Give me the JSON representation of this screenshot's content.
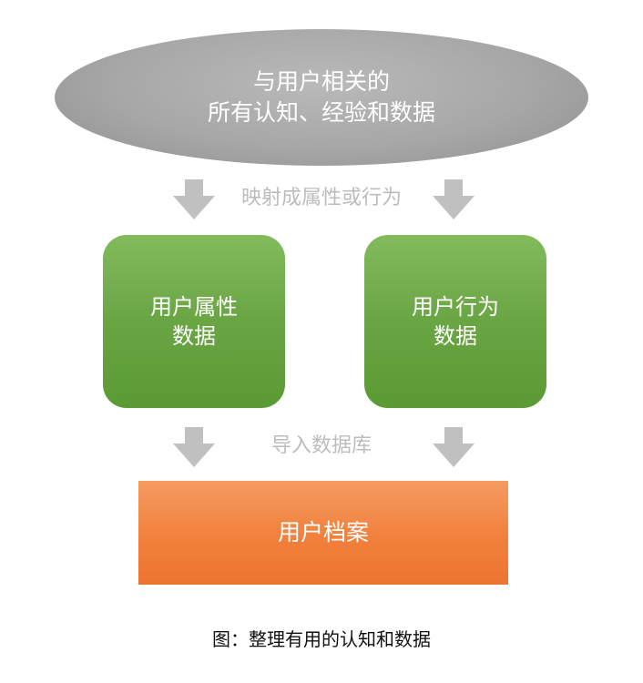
{
  "diagram": {
    "top_node": {
      "line1": "与用户相关的",
      "line2": "所有认知、经验和数据"
    },
    "connector_top": {
      "label": "映射成属性或行为"
    },
    "left_node": {
      "line1": "用户属性",
      "line2": "数据"
    },
    "right_node": {
      "line1": "用户行为",
      "line2": "数据"
    },
    "connector_bottom": {
      "label": "导入数据库"
    },
    "bottom_node": {
      "label": "用户档案"
    },
    "caption": "图：整理有用的认知和数据"
  },
  "colors": {
    "ellipse": "#a7a7a7",
    "arrow": "#c0c0c0",
    "connector_text": "#bcbcbc",
    "green_box": "#6aa544",
    "orange_box": "#f1803c",
    "node_text": "#ffffff",
    "caption_text": "#111111"
  }
}
